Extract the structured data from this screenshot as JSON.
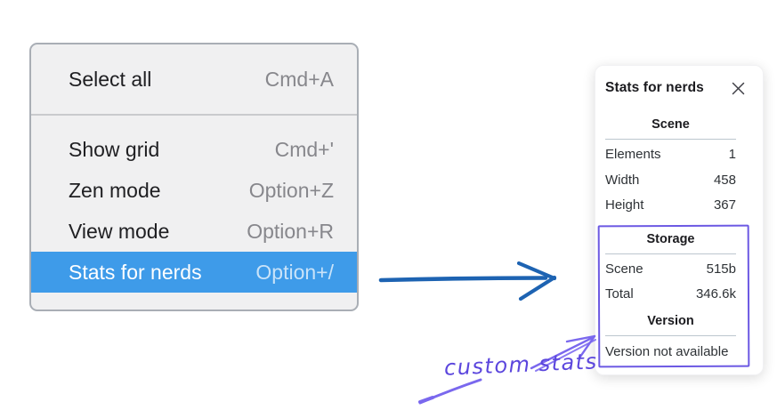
{
  "menu": {
    "sections": [
      {
        "items": [
          {
            "label": "Select all",
            "shortcut": "Cmd+A"
          }
        ]
      },
      {
        "items": [
          {
            "label": "Show grid",
            "shortcut": "Cmd+'"
          },
          {
            "label": "Zen mode",
            "shortcut": "Option+Z"
          },
          {
            "label": "View mode",
            "shortcut": "Option+R"
          },
          {
            "label": "Stats for nerds",
            "shortcut": "Option+/",
            "highlighted": true
          }
        ]
      }
    ]
  },
  "stats_panel": {
    "title": "Stats for nerds",
    "sections": [
      {
        "heading": "Scene",
        "rows": [
          {
            "label": "Elements",
            "value": "1"
          },
          {
            "label": "Width",
            "value": "458"
          },
          {
            "label": "Height",
            "value": "367"
          }
        ]
      },
      {
        "heading": "Storage",
        "rows": [
          {
            "label": "Scene",
            "value": "515b"
          },
          {
            "label": "Total",
            "value": "346.6k"
          }
        ]
      },
      {
        "heading": "Version",
        "note": "Version not available"
      }
    ]
  },
  "annotation": {
    "label": "custom stats"
  },
  "colors": {
    "menu_background": "#f0f0f1",
    "menu_border": "#a9aeb5",
    "menu_highlight": "#3e9be9",
    "menu_shortcut_text": "#87878c",
    "arrow_blue": "#1d63b2",
    "annotation_purple": "#6c59e3",
    "annotation_text_purple": "#5b46dd",
    "panel_divider": "#bcc6ce"
  }
}
